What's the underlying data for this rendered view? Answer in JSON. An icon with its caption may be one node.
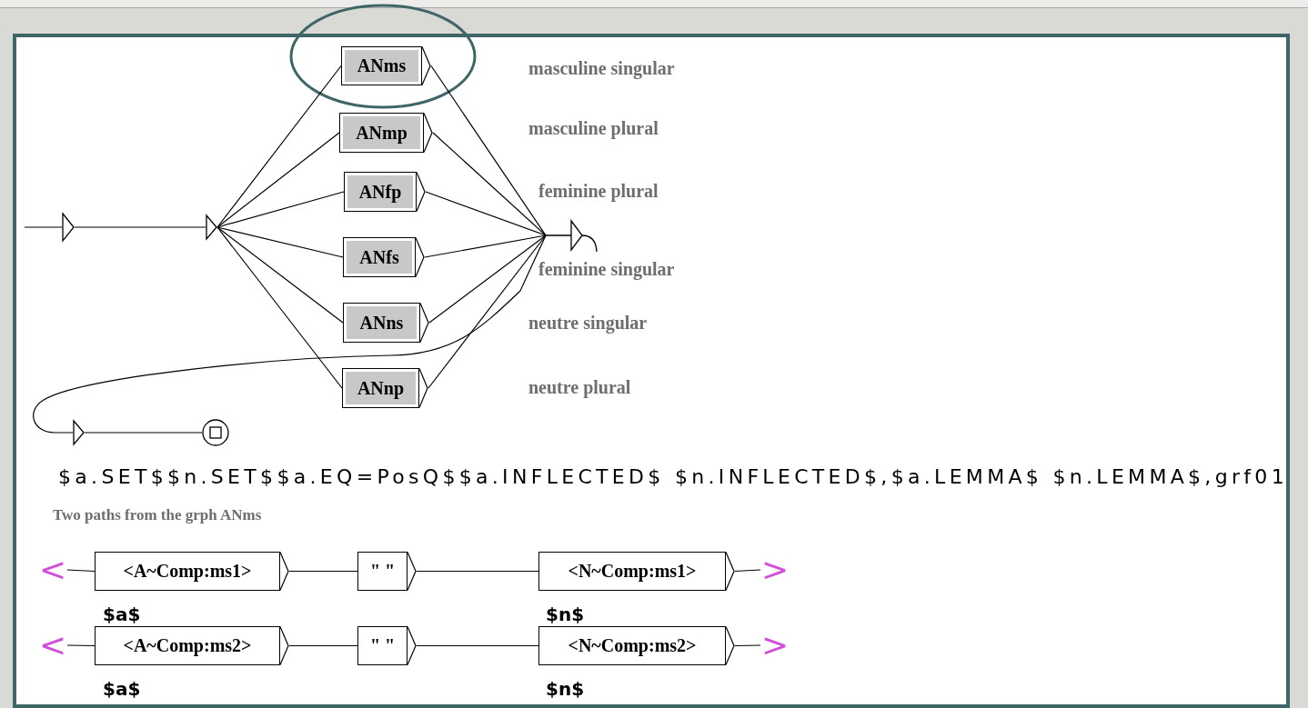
{
  "diagram": {
    "nodes": [
      {
        "text": [],
        "shape": "triangle"
      },
      {
        "text": [],
        "shape": "triangle"
      },
      {
        "text": [
          "ANms"
        ]
      },
      {
        "text": [
          "ANmp"
        ]
      },
      {
        "text": [
          "ANfp"
        ]
      },
      {
        "text": [
          "ANfs"
        ]
      },
      {
        "text": [
          "ANns"
        ]
      },
      {
        "text": [
          "ANnp"
        ]
      },
      {
        "text": [],
        "shape": "triangle"
      },
      {
        "text": [],
        "shape": "triangle"
      },
      {
        "text": [],
        "shape": "circle"
      },
      {
        "text": [
          "<"
        ]
      },
      {
        "text": [
          "<A~Comp:ms1>"
        ]
      },
      {
        "text": [
          "\" \""
        ]
      },
      {
        "text": [
          "<N~Comp:ms1>"
        ]
      },
      {
        "text": [
          ">"
        ]
      },
      {
        "text": [
          "<"
        ]
      },
      {
        "text": [
          "<A~Comp:ms2>"
        ]
      },
      {
        "text": [
          "\" \""
        ]
      },
      {
        "text": [
          "<N~Comp:ms2>"
        ]
      },
      {
        "text": [
          ">"
        ]
      }
    ],
    "edges": [
      {
        "from": null,
        "to": 0,
        "arrow": "none"
      },
      {
        "from": 0,
        "to": 1,
        "arrow": "none"
      },
      {
        "from": 1,
        "to": 2,
        "arrow": "none"
      },
      {
        "from": 1,
        "to": 3,
        "arrow": "none"
      },
      {
        "from": 1,
        "to": 4,
        "arrow": "none"
      },
      {
        "from": 1,
        "to": 5,
        "arrow": "none"
      },
      {
        "from": 1,
        "to": 6,
        "arrow": "none"
      },
      {
        "from": 1,
        "to": 7,
        "arrow": "none"
      },
      {
        "from": 2,
        "to": 8,
        "arrow": "none"
      },
      {
        "from": 3,
        "to": 8,
        "arrow": "none"
      },
      {
        "from": 4,
        "to": 8,
        "arrow": "none"
      },
      {
        "from": 5,
        "to": 8,
        "arrow": "none"
      },
      {
        "from": 6,
        "to": 8,
        "arrow": "none"
      },
      {
        "from": 7,
        "to": 8,
        "arrow": "none"
      },
      {
        "from": 8,
        "to": 9,
        "arrow": "none"
      },
      {
        "from": 9,
        "to": 10,
        "arrow": "none"
      },
      {
        "from": 11,
        "to": 12,
        "arrow": "none"
      },
      {
        "from": 12,
        "to": 13,
        "arrow": "none"
      },
      {
        "from": 13,
        "to": 14,
        "arrow": "none"
      },
      {
        "from": 14,
        "to": 15,
        "arrow": "none"
      },
      {
        "from": 16,
        "to": 17,
        "arrow": "none"
      },
      {
        "from": 17,
        "to": 18,
        "arrow": "none"
      },
      {
        "from": 18,
        "to": 19,
        "arrow": "none"
      },
      {
        "from": 19,
        "to": 20,
        "arrow": "none"
      }
    ],
    "labels": [
      "masculine singular",
      "masculine plural",
      "feminine plural",
      "feminine singular",
      "neutre singular",
      "neutre plural",
      "$a.SET$$n.SET$$a.EQ=PosQ$$a.INFLECTED$ $n.INFLECTED$,$a.LEMMA$ $n.LEMMA$,grf01",
      "Two paths from the grph ANms",
      "$a$",
      "$n$",
      "$a$",
      "$n$"
    ]
  }
}
